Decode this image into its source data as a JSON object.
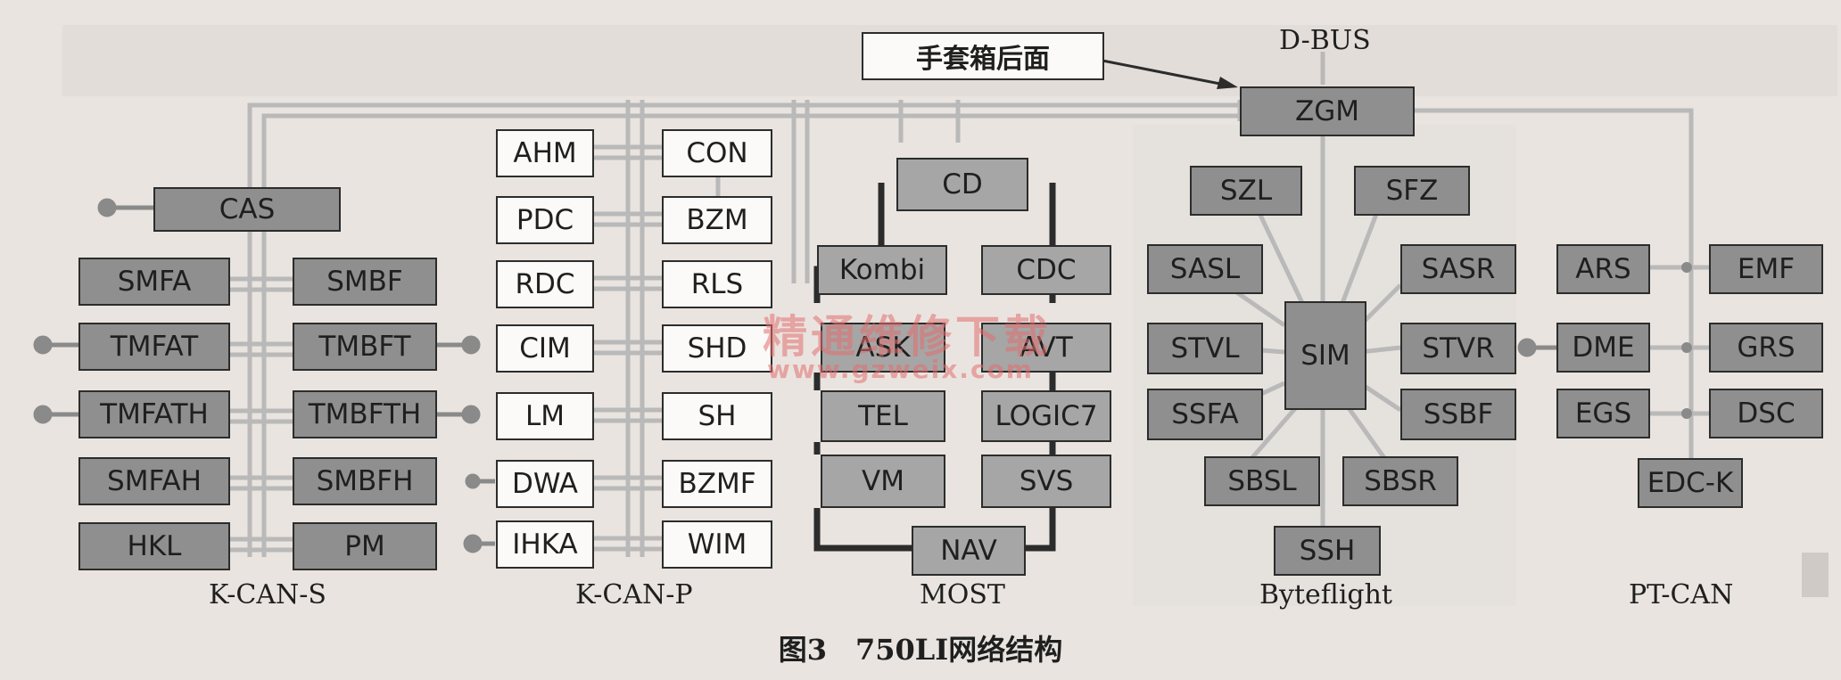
{
  "callout": "手套箱后面",
  "dbus_label": "D-BUS",
  "bus_labels": {
    "kcan_s": "K-CAN-S",
    "kcan_p": "K-CAN-P",
    "most": "MOST",
    "byteflight": "Byteflight",
    "ptcan": "PT-CAN"
  },
  "caption": "图3　750LI网络结构",
  "watermark": {
    "line1": "精通维修下载",
    "line2": "www.gzweix.com"
  },
  "nodes": {
    "zgm": "ZGM",
    "cas": "CAS",
    "smfa": "SMFA",
    "smbf": "SMBF",
    "tmfat": "TMFAT",
    "tmbft": "TMBFT",
    "tmfath": "TMFATH",
    "tmbfth": "TMBFTH",
    "smfah": "SMFAH",
    "smbfh": "SMBFH",
    "hkl": "HKL",
    "pm": "PM",
    "ahm": "AHM",
    "con": "CON",
    "pdc": "PDC",
    "bzm": "BZM",
    "rdc": "RDC",
    "rls": "RLS",
    "cim": "CIM",
    "shd": "SHD",
    "lm": "LM",
    "sh": "SH",
    "dwa": "DWA",
    "bzmf": "BZMF",
    "ihka": "IHKA",
    "wim": "WIM",
    "cd": "CD",
    "kombi": "Kombi",
    "cdc": "CDC",
    "ask": "ASK",
    "avt": "AVT",
    "tel": "TEL",
    "logic7": "LOGIC7",
    "vm": "VM",
    "svs": "SVS",
    "nav": "NAV",
    "szl": "SZL",
    "sfz": "SFZ",
    "sasl": "SASL",
    "sasr": "SASR",
    "stvl": "STVL",
    "sim": "SIM",
    "stvr": "STVR",
    "ssfa": "SSFA",
    "ssbf": "SSBF",
    "sbsl": "SBSL",
    "sbsr": "SBSR",
    "ssh": "SSH",
    "ars": "ARS",
    "emf": "EMF",
    "dme": "DME",
    "grs": "GRS",
    "egs": "EGS",
    "dsc": "DSC",
    "edck": "EDC-K"
  }
}
